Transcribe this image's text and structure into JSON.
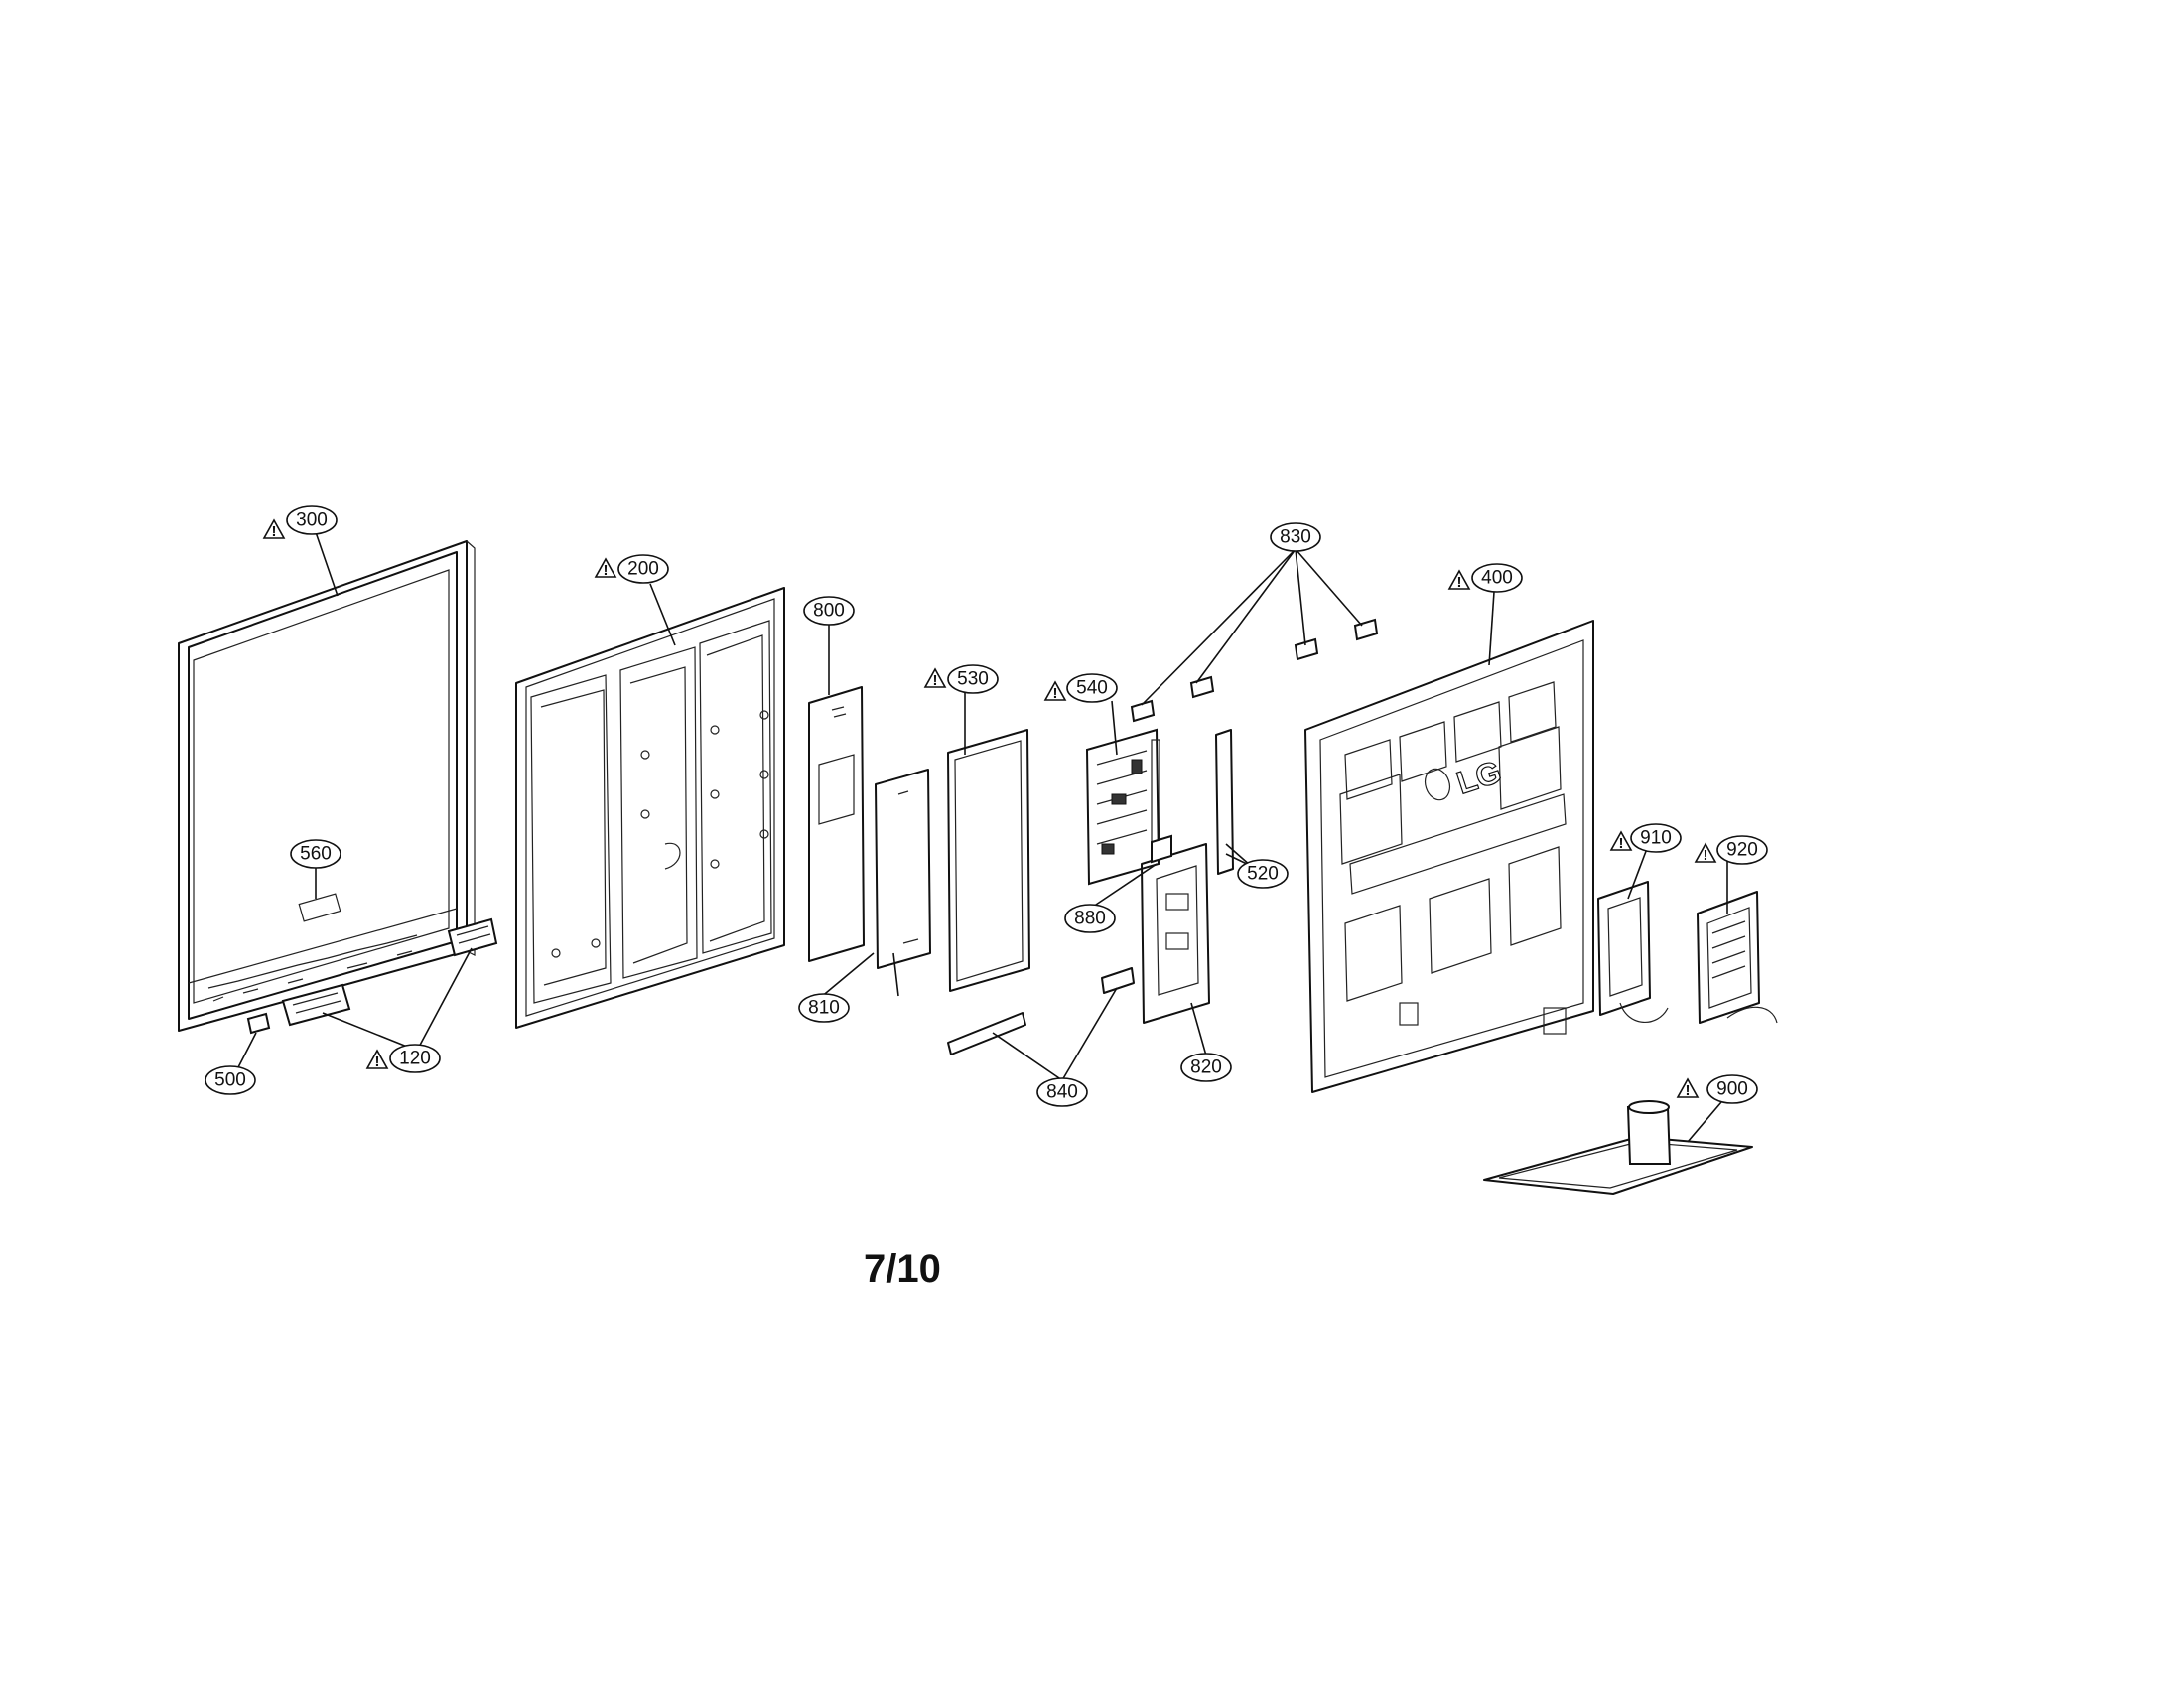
{
  "page_number": "7/10",
  "warning_symbol": "!",
  "callouts": [
    {
      "id": "c300",
      "label": "300"
    },
    {
      "id": "c200",
      "label": "200"
    },
    {
      "id": "c800",
      "label": "800"
    },
    {
      "id": "c530",
      "label": "530"
    },
    {
      "id": "c540",
      "label": "540"
    },
    {
      "id": "c830",
      "label": "830"
    },
    {
      "id": "c400",
      "label": "400"
    },
    {
      "id": "c560",
      "label": "560"
    },
    {
      "id": "c520",
      "label": "520"
    },
    {
      "id": "c880",
      "label": "880"
    },
    {
      "id": "c910",
      "label": "910"
    },
    {
      "id": "c920",
      "label": "920"
    },
    {
      "id": "c810",
      "label": "810"
    },
    {
      "id": "c120",
      "label": "120"
    },
    {
      "id": "c500",
      "label": "500"
    },
    {
      "id": "c840",
      "label": "840"
    },
    {
      "id": "c820",
      "label": "820"
    },
    {
      "id": "c900",
      "label": "900"
    }
  ],
  "logo_text": "LG"
}
